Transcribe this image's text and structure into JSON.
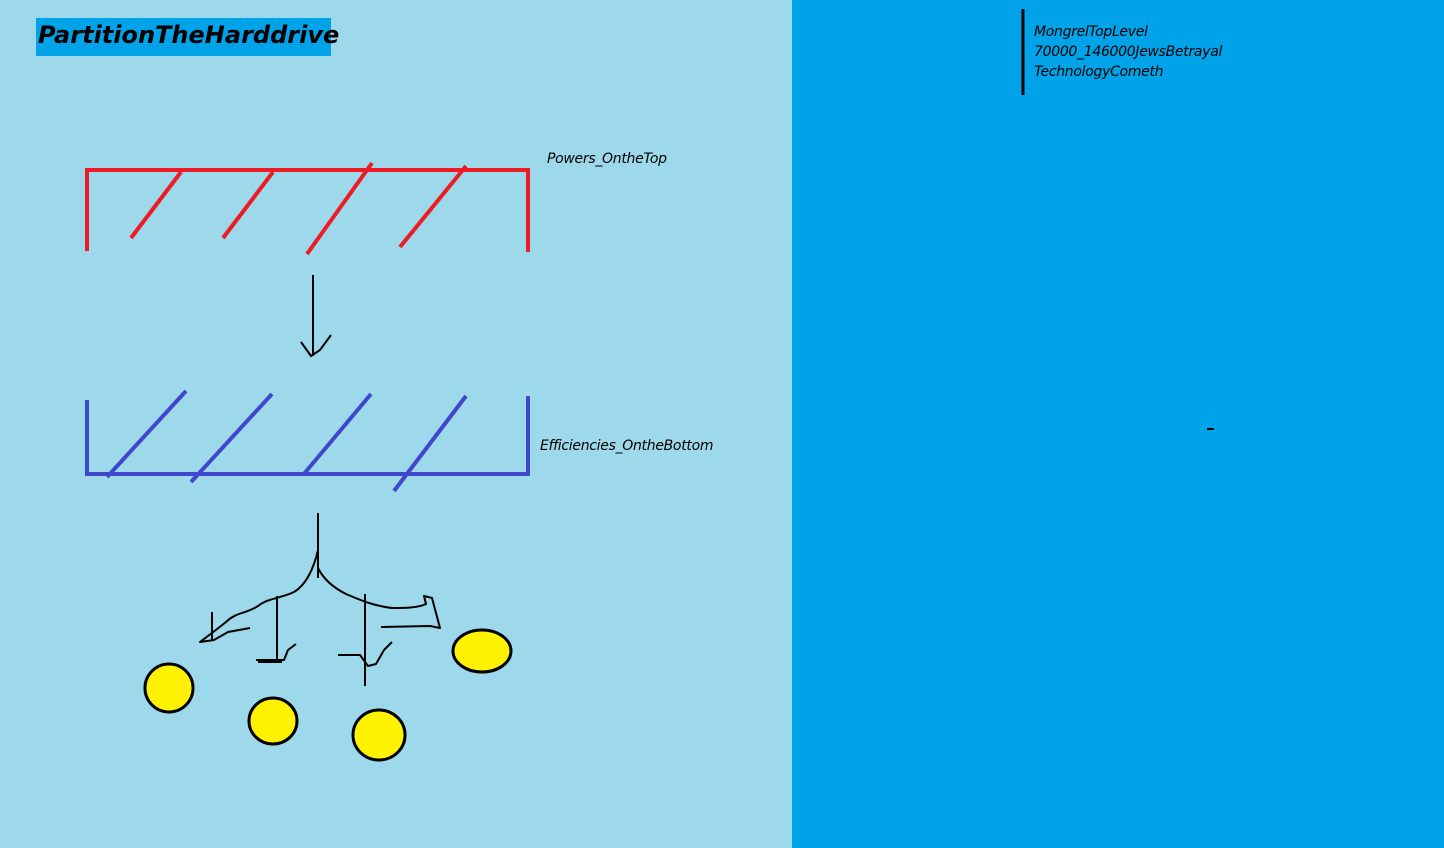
{
  "title": "PartitionTheHarddrive",
  "labels": {
    "top": "Powers_OntheTop",
    "bottom": "Efficiencies_OntheBottom"
  },
  "notes": [
    "MongrelTopLevel",
    "70000_146000JewsBetrayal",
    "TechnologyCometh"
  ],
  "colors": {
    "left_background": "#9dd9ea",
    "right_background": "#00a2e8",
    "title_highlight": "#00a2e8",
    "top_container": "#ed1c24",
    "bottom_container": "#3f48cc",
    "ink": "#000000",
    "dot_fill": "#fff200"
  }
}
